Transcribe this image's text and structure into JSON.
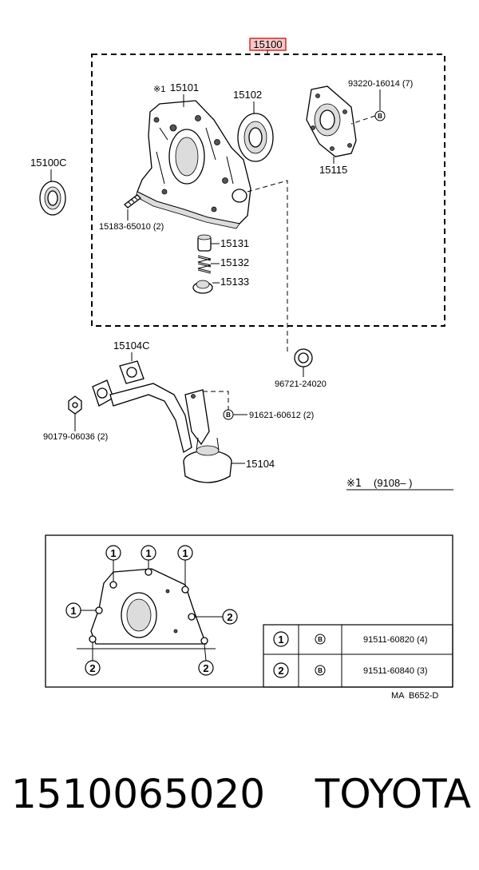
{
  "header_code": "15100",
  "labels": {
    "p15101_mark": "※1",
    "p15101": "15101",
    "p15102": "15102",
    "p93220": "93220-16014 (7)",
    "p15115": "15115",
    "p15100c": "15100C",
    "p15183": "15183-65010 (2)",
    "p15131": "15131",
    "p15132": "15132",
    "p15133": "15133",
    "p15104c": "15104C",
    "p96721": "96721-24020",
    "p91621": "91621-60612 (2)",
    "p90179": "90179-06036 (2)",
    "p15104": "15104"
  },
  "note": {
    "mark": "※1",
    "range": "(9108–        )"
  },
  "bolt_marker": "B",
  "callout_numbers": [
    "1",
    "2"
  ],
  "bolt_table": [
    {
      "num": "1",
      "marker": "B",
      "part": "91511-60820 (4)"
    },
    {
      "num": "2",
      "marker": "B",
      "part": "91511-60840 (3)"
    }
  ],
  "diagram_code": "MA  B652-D",
  "footer": {
    "part_number": "1510065020",
    "brand": "TOYOTA"
  }
}
